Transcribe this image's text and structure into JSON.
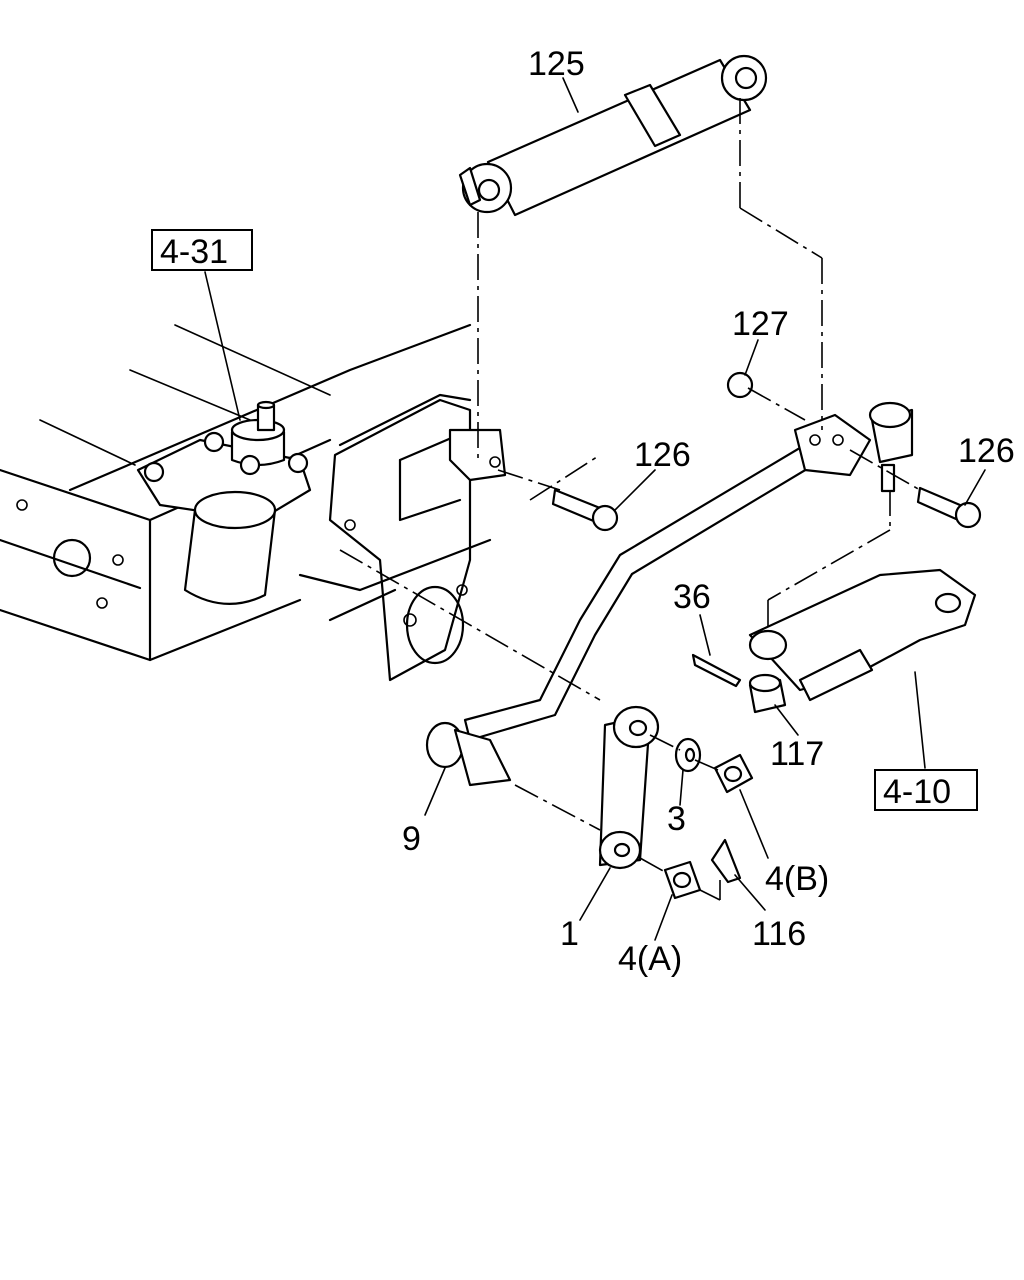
{
  "callouts": [
    {
      "id": "125",
      "text": "125"
    },
    {
      "id": "4-31",
      "text": "4-31"
    },
    {
      "id": "127",
      "text": "127"
    },
    {
      "id": "126a",
      "text": "126"
    },
    {
      "id": "126b",
      "text": "126"
    },
    {
      "id": "36",
      "text": "36"
    },
    {
      "id": "117",
      "text": "117"
    },
    {
      "id": "4-10",
      "text": "4-10"
    },
    {
      "id": "9",
      "text": "9"
    },
    {
      "id": "3",
      "text": "3"
    },
    {
      "id": "4b",
      "text": "4(B)"
    },
    {
      "id": "1",
      "text": "1"
    },
    {
      "id": "4a",
      "text": "4(A)"
    },
    {
      "id": "116",
      "text": "116"
    }
  ],
  "colors": {
    "line": "#000000",
    "background": "#ffffff"
  }
}
